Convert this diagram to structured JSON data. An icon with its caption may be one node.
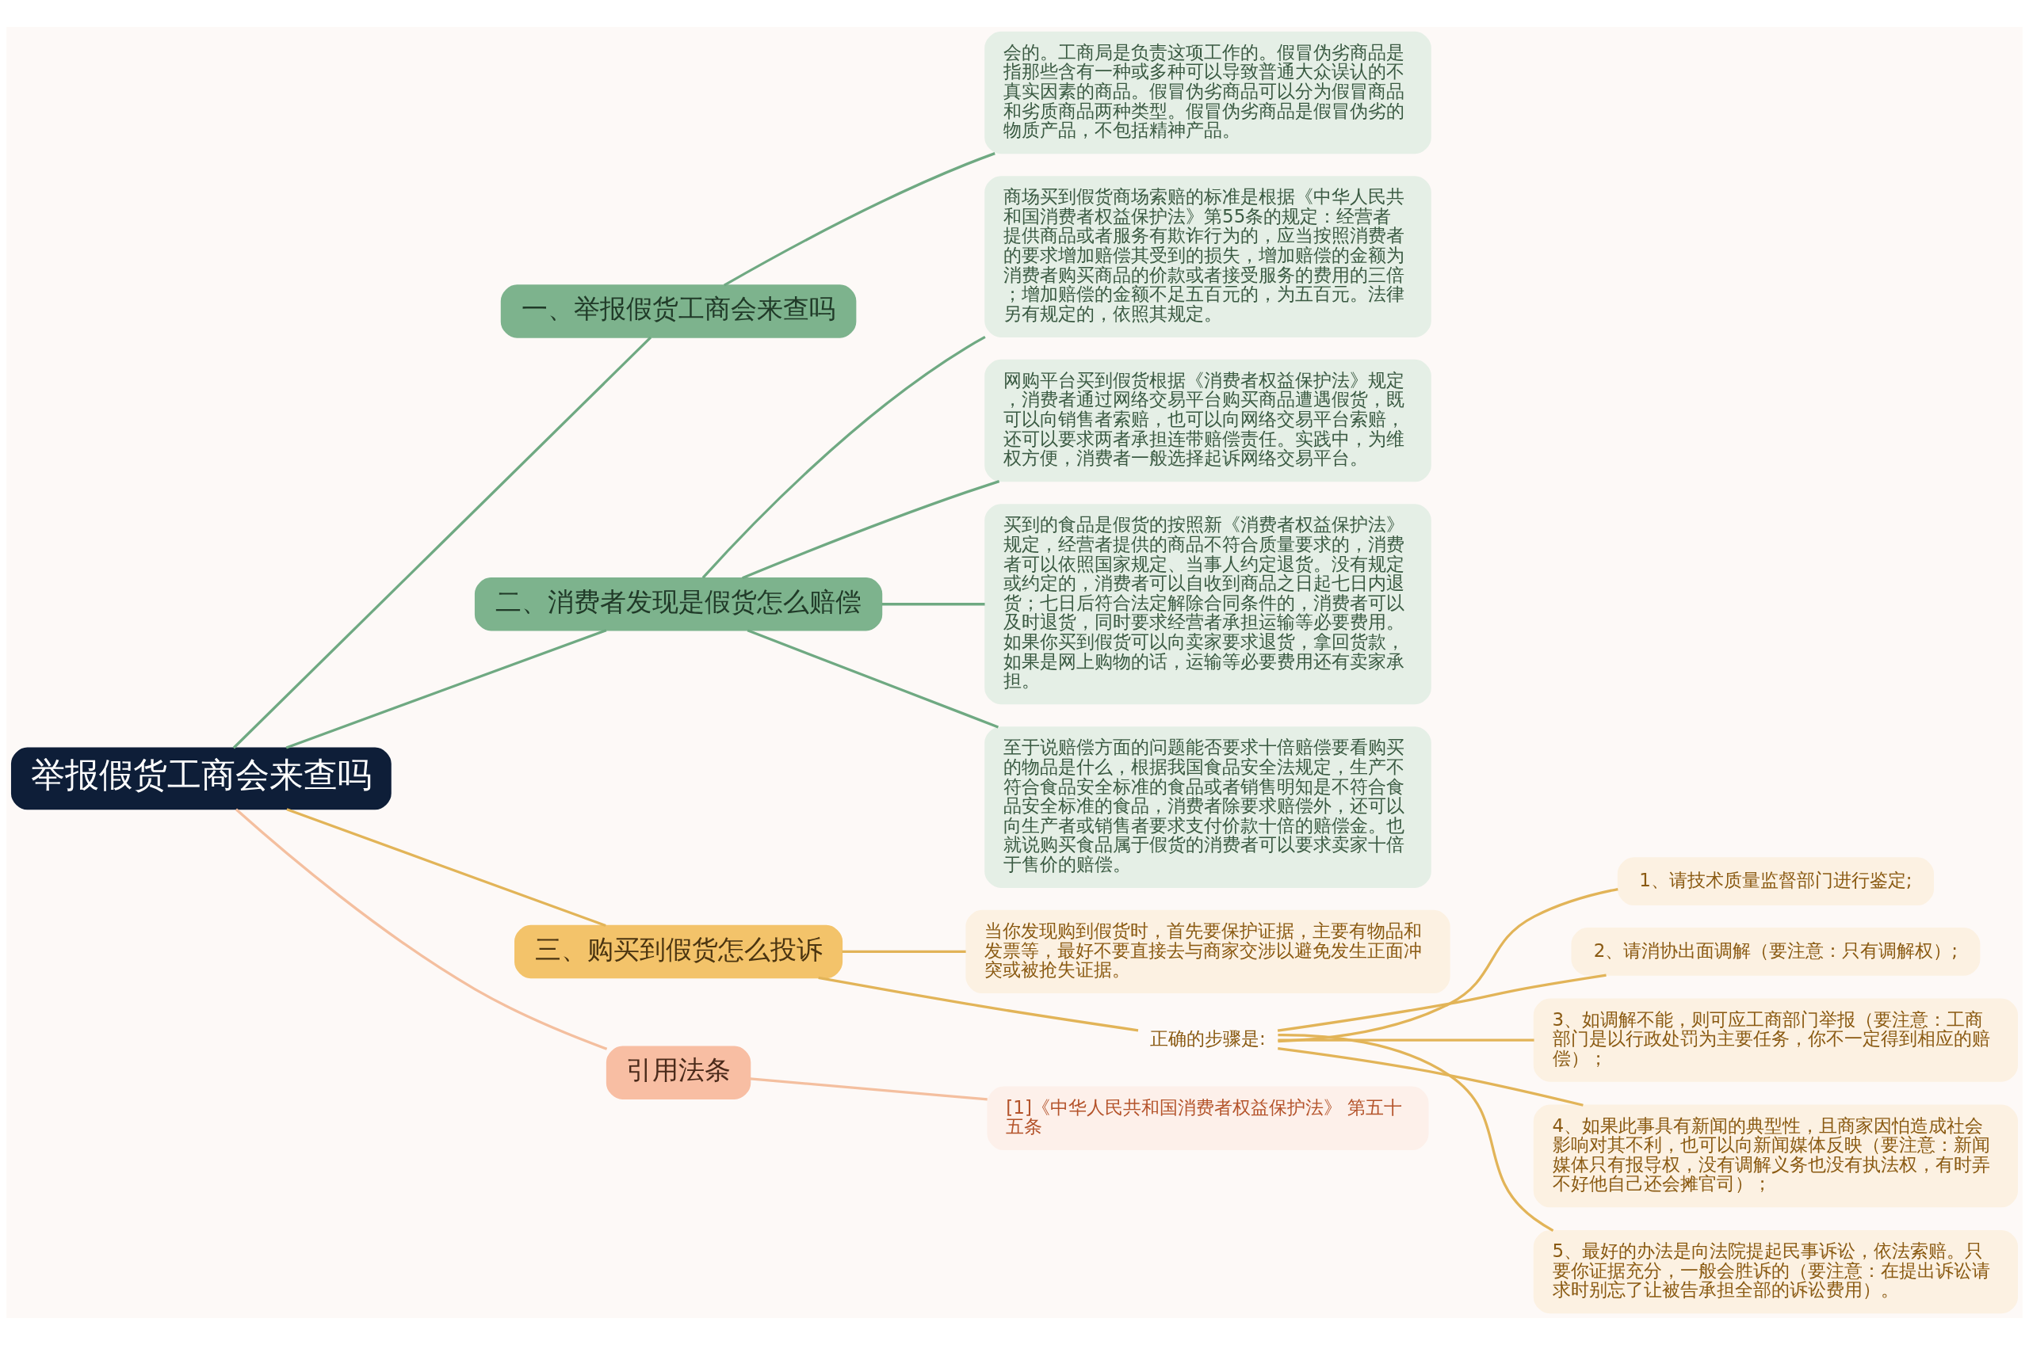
{
  "diagram": {
    "nodes": [
      {
        "text": [
          "举报假货工商会来查吗"
        ]
      },
      {
        "text": [
          "一、举报假货工商会来查吗"
        ]
      },
      {
        "text": [
          "会的。工商局是负责这项工作的。假冒伪劣商品是指那些含有一种或多种可以导致普通大众误认的不真实因素的商品。假冒伪劣商品可以分为假冒商品和劣质商品两种类型。假冒伪劣商品是假冒伪劣的物质产品，不包括精神产品。"
        ]
      },
      {
        "text": [
          "二、消费者发现是假货怎么赔偿"
        ]
      },
      {
        "text": [
          "商场买到假货商场索赔的标准是根据《中华人民共和国消费者权益保护法》第55条的规定：经营者提供商品或者服务有欺诈行为的，应当按照消费者的要求增加赔偿其受到的损失，增加赔偿的金额为消费者购买商品的价款或者接受服务的费用的三倍；增加赔偿的金额不足五百元的，为五百元。法律另有规定的，依照其规定。"
        ]
      },
      {
        "text": [
          "网购平台买到假货根据《消费者权益保护法》规定，消费者通过网络交易平台购买商品遭遇假货，既可以向销售者索赔，也可以向网络交易平台索赔，还可以要求两者承担连带赔偿责任。实践中，为维权方便，消费者一般选择起诉网络交易平台。"
        ]
      },
      {
        "text": [
          "买到的食品是假货的按照新《消费者权益保护法》规定，经营者提供的商品不符合质量要求的，消费者可以依照国家规定、当事人约定退货。没有规定或约定的，消费者可以自收到商品之日起七日内退货；七日后符合法定解除合同条件的，消费者可以及时退货，同时要求经营者承担运输等必要费用。如果你买到假货可以向卖家要求退货，拿回货款，如果是网上购物的话，运输等必要费用还有卖家承担。"
        ]
      },
      {
        "text": [
          "至于说赔偿方面的问题能否要求十倍赔偿要看购买的物品是什么，根据我国食品安全法规定，生产不符合食品安全标准的食品或者销售明知是不符合食品安全标准的食品，消费者除要求赔偿外，还可以向生产者或销售者要求支付价款十倍的赔偿金。也就说购买食品属于假货的消费者可以要求卖家十倍于售价的赔偿。"
        ]
      },
      {
        "text": [
          "三、购买到假货怎么投诉"
        ]
      },
      {
        "text": [
          "当你发现购到假货时，首先要保护证据，主要有物品和发票等，最好不要直接去与商家交涉以避免发生正面冲突或被抢失证据。"
        ]
      },
      {
        "text": [
          "正确的步骤是:"
        ]
      },
      {
        "text": [
          "1、请技术质量监督部门进行鉴定;"
        ]
      },
      {
        "text": [
          "2、请消协出面调解（要注意：只有调解权）;"
        ]
      },
      {
        "text": [
          "3、如调解不能，则可应工商部门举报（要注意：工商部门是以行政处罚为主要任务，你不一定得到相应的赔偿）；"
        ]
      },
      {
        "text": [
          "4、如果此事具有新闻的典型性，且商家因怕造成社会影响对其不利，也可以向新闻媒体反映（要注意：新闻媒体只有报导权，没有调解义务也没有执法权，有时弄不好他自己还会摊官司）；"
        ]
      },
      {
        "text": [
          "5、最好的办法是向法院提起民事诉讼，依法索赔。只要你证据充分，一般会胜诉的（要注意：在提出诉讼请求时别忘了让被告承担全部的诉讼费用）。"
        ]
      },
      {
        "text": [
          "引用法条"
        ]
      },
      {
        "text": [
          "[1]《中华人民共和国消费者权益保护法》 第五十五条"
        ]
      }
    ],
    "edges": [
      {
        "from": 0,
        "to": 1,
        "arrow": "none",
        "color": "#6fa982"
      },
      {
        "from": 1,
        "to": 2,
        "arrow": "none",
        "color": "#6fa982"
      },
      {
        "from": 0,
        "to": 3,
        "arrow": "none",
        "color": "#6fa982"
      },
      {
        "from": 3,
        "to": 4,
        "arrow": "none",
        "color": "#6fa982"
      },
      {
        "from": 3,
        "to": 5,
        "arrow": "none",
        "color": "#6fa982"
      },
      {
        "from": 3,
        "to": 6,
        "arrow": "none",
        "color": "#6fa982"
      },
      {
        "from": 3,
        "to": 7,
        "arrow": "none",
        "color": "#6fa982"
      },
      {
        "from": 0,
        "to": 8,
        "arrow": "none"
      },
      {
        "from": 8,
        "to": 9,
        "arrow": "none"
      },
      {
        "from": 8,
        "to": 10,
        "arrow": "none"
      },
      {
        "from": 10,
        "to": 11,
        "arrow": "none"
      },
      {
        "from": 10,
        "to": 12,
        "arrow": "none"
      },
      {
        "from": 10,
        "to": 13,
        "arrow": "none"
      },
      {
        "from": 10,
        "to": 14,
        "arrow": "none"
      },
      {
        "from": 10,
        "to": 15,
        "arrow": "none"
      },
      {
        "from": 0,
        "to": 16,
        "arrow": "none",
        "color": "#f4bf9f"
      },
      {
        "from": 16,
        "to": 17,
        "arrow": "none",
        "color": "#f4bf9f"
      }
    ]
  }
}
